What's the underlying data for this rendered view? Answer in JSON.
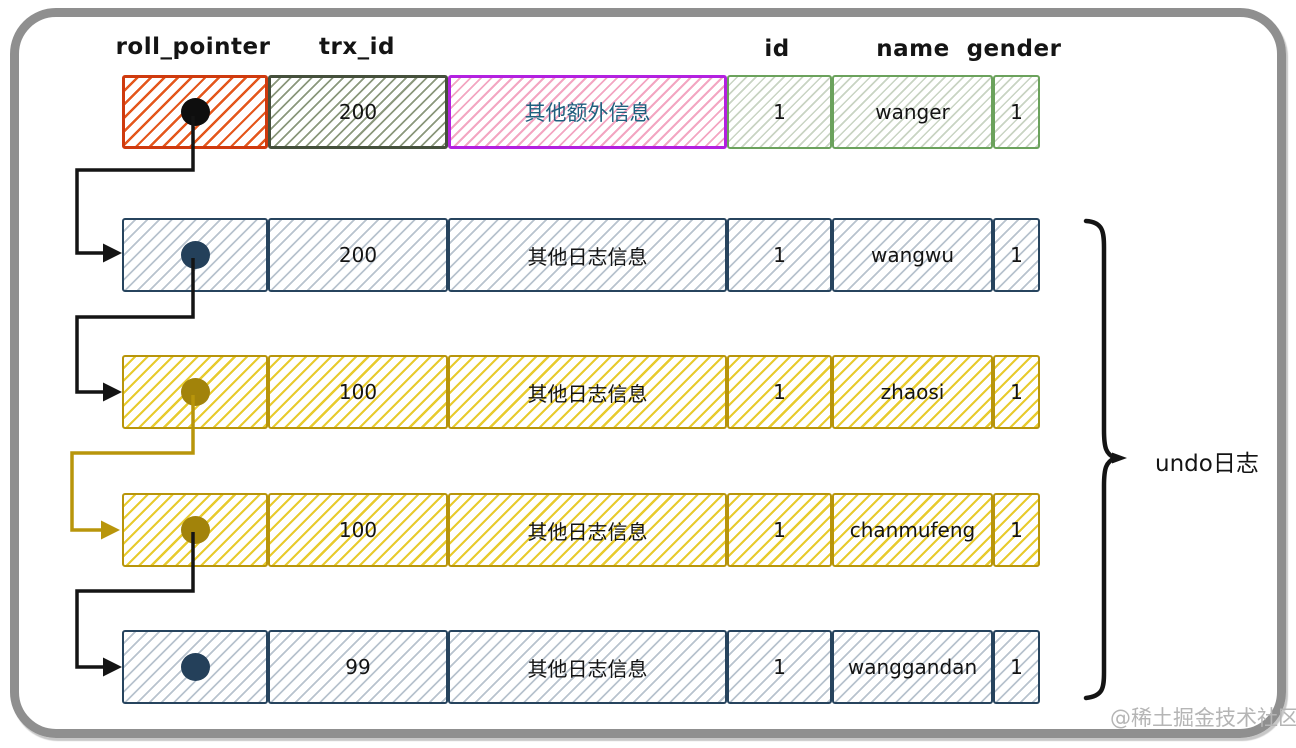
{
  "headers": {
    "roll_pointer": "roll_pointer",
    "trx_id": "trx_id",
    "id": "id",
    "name": "name",
    "gender": "gender"
  },
  "rows": [
    {
      "kind": "current-record",
      "trx_id": "200",
      "info": "其他额外信息",
      "id": "1",
      "name": "wanger",
      "gender": "1"
    },
    {
      "kind": "undo-log",
      "trx_id": "200",
      "info": "其他日志信息",
      "id": "1",
      "name": "wangwu",
      "gender": "1"
    },
    {
      "kind": "undo-log",
      "trx_id": "100",
      "info": "其他日志信息",
      "id": "1",
      "name": "zhaosi",
      "gender": "1"
    },
    {
      "kind": "undo-log",
      "trx_id": "100",
      "info": "其他日志信息",
      "id": "1",
      "name": "chanmufeng",
      "gender": "1"
    },
    {
      "kind": "undo-log",
      "trx_id": "99",
      "info": "其他日志信息",
      "id": "1",
      "name": "wanggandan",
      "gender": "1"
    }
  ],
  "annotations": {
    "brace_label": "undo日志",
    "watermark": "@稀土掘金技术社区"
  },
  "colors": {
    "record_pointer_border": "#cf3a0e",
    "trx_cell_border": "#45503c",
    "extra_info_border": "#b321e0",
    "extra_info_text": "#1e5f7e",
    "record_data_border": "#6ba25c",
    "undo_navy": "#27445e",
    "undo_gold": "#b8950b",
    "connector_black": "#141414",
    "connector_gold": "#b8950b",
    "frame_gray": "#8f8f8f"
  }
}
